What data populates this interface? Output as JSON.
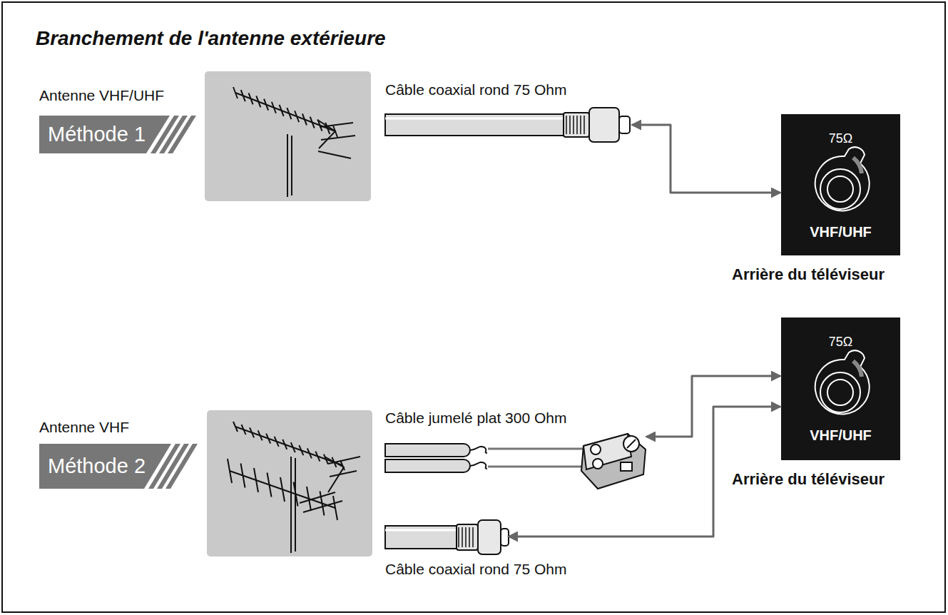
{
  "diagram": {
    "title": "Branchement de l'antenne extérieure",
    "nodes": [
      {
        "text": [
          "Méthode 1"
        ]
      },
      {
        "text": [
          "Câble coaxial rond 75 Ohm"
        ]
      },
      {
        "text": [
          "75Ω",
          "VHF/UHF",
          "Arrière du téléviseur"
        ]
      },
      {
        "text": [
          "Méthode 2"
        ]
      },
      {
        "text": [
          "Câble jumelé plat 300 Ohm"
        ]
      },
      {
        "text": [
          "75Ω",
          "VHF/UHF",
          "Arrière du téléviseur"
        ]
      },
      {
        "text": [
          "Câble coaxial rond 75 Ohm"
        ]
      }
    ],
    "edges": [
      {
        "from": 1,
        "to": 2,
        "arrow": "both"
      },
      {
        "from": 4,
        "to": 5,
        "arrow": "both"
      },
      {
        "from": 6,
        "to": 5,
        "arrow": "both"
      }
    ],
    "labels": [
      "Antenne VHF/UHF",
      "Antenne VHF"
    ]
  }
}
